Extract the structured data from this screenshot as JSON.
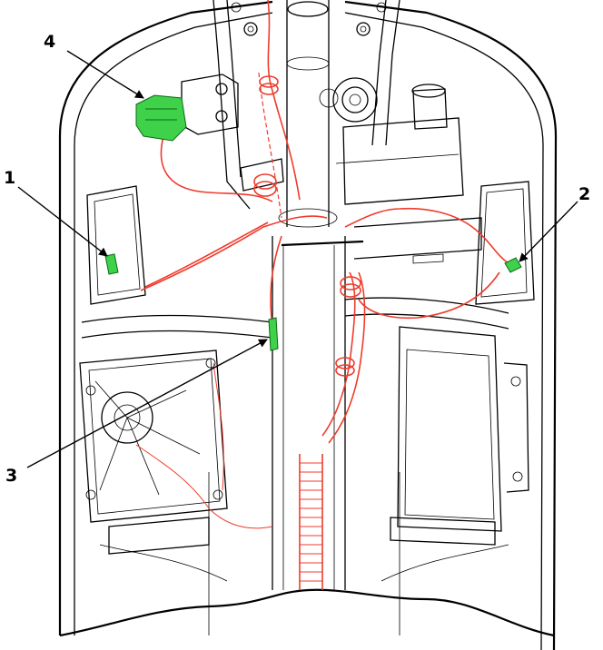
{
  "callouts": [
    {
      "id": "1",
      "label": "1"
    },
    {
      "id": "2",
      "label": "2"
    },
    {
      "id": "3",
      "label": "3"
    },
    {
      "id": "4",
      "label": "4"
    }
  ],
  "colors": {
    "harness": "#ef3b2c",
    "connector": "#3fd14a",
    "line": "#000000"
  }
}
